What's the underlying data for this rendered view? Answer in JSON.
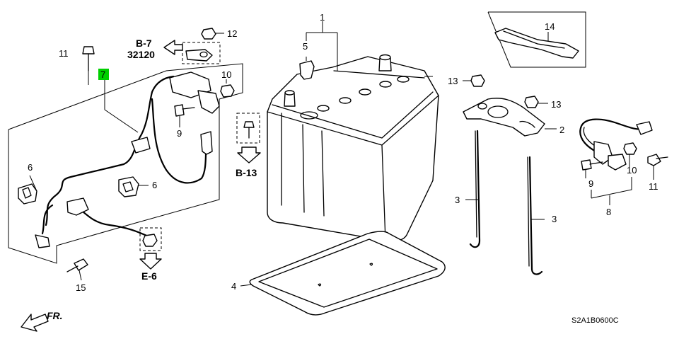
{
  "labels": {
    "l1": "1",
    "l2": "2",
    "l3a": "3",
    "l3b": "3",
    "l4": "4",
    "l5": "5",
    "l6a": "6",
    "l6b": "6",
    "l7": "7",
    "l8": "8",
    "l9a": "9",
    "l9b": "9",
    "l10a": "10",
    "l10b": "10",
    "l11a": "11",
    "l11b": "11",
    "l12": "12",
    "l13a": "13",
    "l13b": "13",
    "l14": "14",
    "l15": "15"
  },
  "refs": {
    "b7": "B-7",
    "code_32120": "32120",
    "b13": "B-13",
    "e6": "E-6"
  },
  "direction": "FR.",
  "diagram_code": "S2A1B0600C",
  "colors": {
    "highlight": "#00d000",
    "line": "#000000"
  }
}
